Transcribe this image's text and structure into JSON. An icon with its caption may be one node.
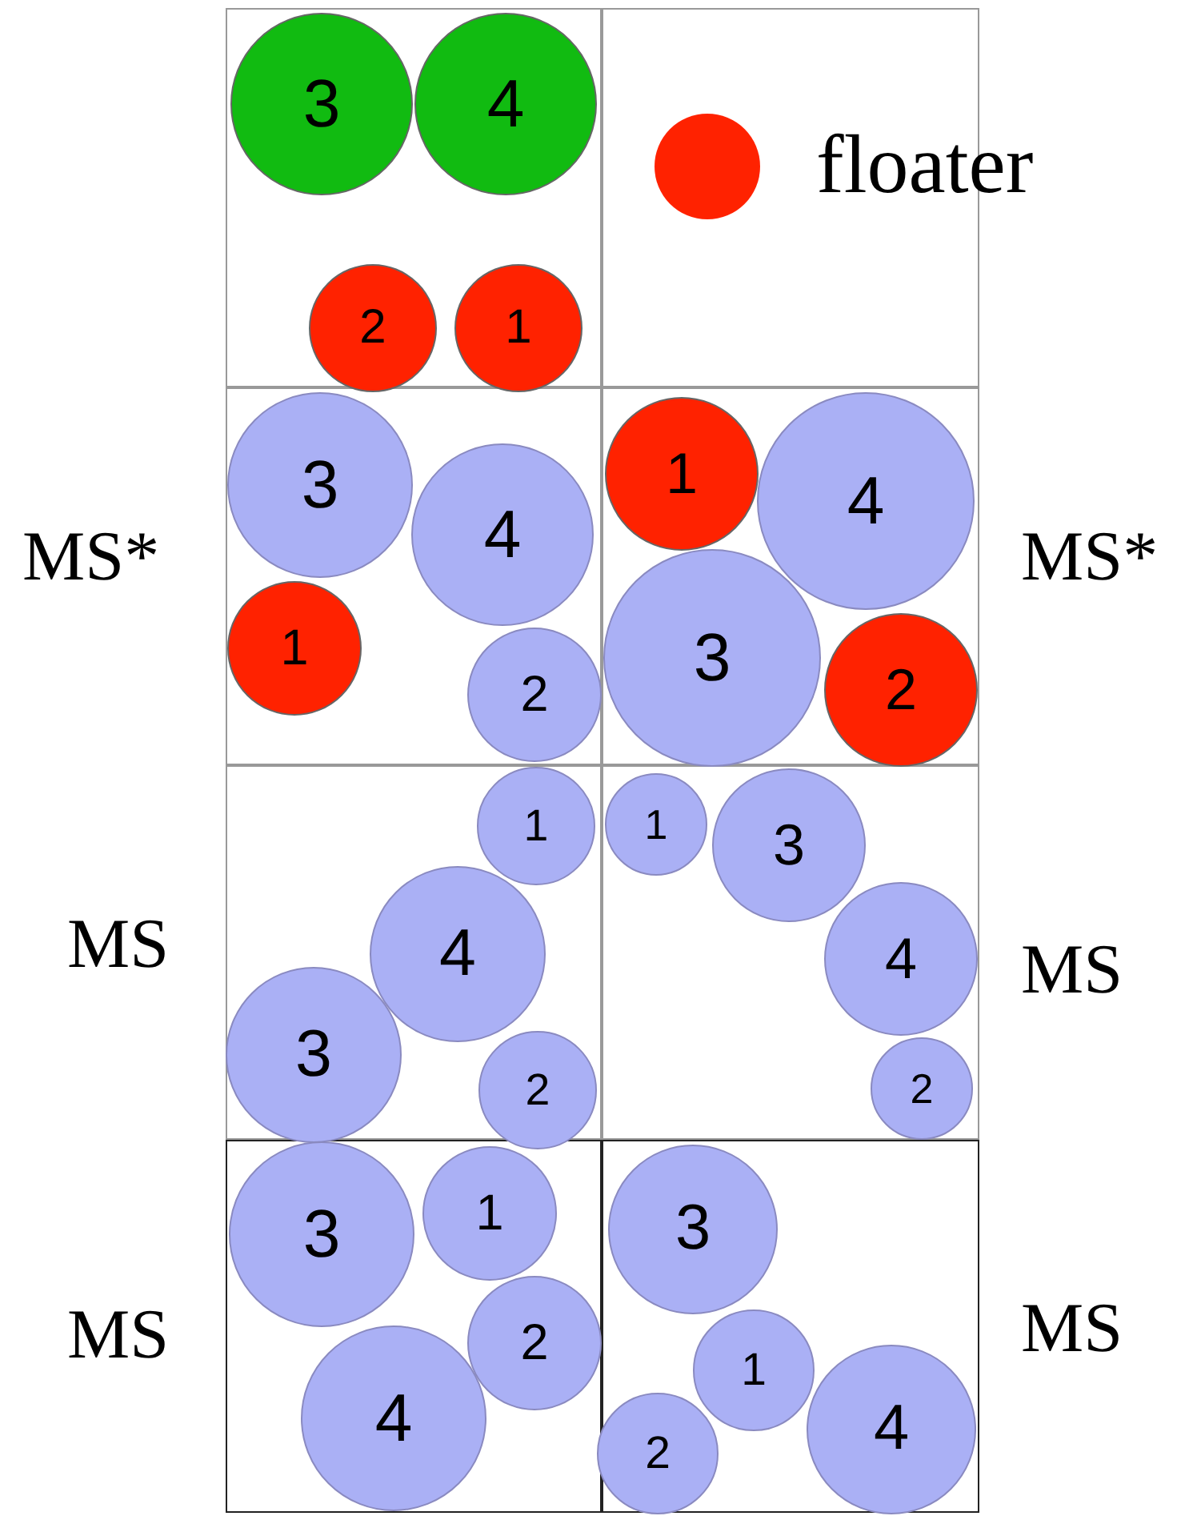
{
  "diagram": {
    "nodes": [
      {
        "text": [],
        "shape": "box"
      },
      {
        "text": [
          "3"
        ],
        "in": 0
      },
      {
        "text": [
          "4"
        ],
        "in": 0
      },
      {
        "text": [
          "2"
        ],
        "in": 0
      },
      {
        "text": [
          "1"
        ],
        "in": 0
      },
      {
        "text": [],
        "shape": "box"
      },
      {
        "text": [],
        "shape": "box"
      },
      {
        "text": [
          "3"
        ],
        "in": 6
      },
      {
        "text": [
          "4"
        ],
        "in": 6
      },
      {
        "text": [
          "1"
        ],
        "in": 6
      },
      {
        "text": [
          "2"
        ],
        "in": 6
      },
      {
        "text": [],
        "shape": "box"
      },
      {
        "text": [
          "1"
        ],
        "in": 11
      },
      {
        "text": [
          "4"
        ],
        "in": 11
      },
      {
        "text": [
          "3"
        ],
        "in": 11
      },
      {
        "text": [
          "2"
        ],
        "in": 11
      },
      {
        "text": [],
        "shape": "box"
      },
      {
        "text": [
          "1"
        ],
        "in": 16
      },
      {
        "text": [
          "4"
        ],
        "in": 16
      },
      {
        "text": [
          "3"
        ],
        "in": 16
      },
      {
        "text": [
          "2"
        ],
        "in": 16
      },
      {
        "text": [],
        "shape": "box"
      },
      {
        "text": [
          "1"
        ],
        "in": 21
      },
      {
        "text": [
          "3"
        ],
        "in": 21
      },
      {
        "text": [
          "4"
        ],
        "in": 21
      },
      {
        "text": [
          "2"
        ],
        "in": 21
      },
      {
        "text": [],
        "shape": "box"
      },
      {
        "text": [
          "3"
        ],
        "in": 26
      },
      {
        "text": [
          "1"
        ],
        "in": 26
      },
      {
        "text": [
          "2"
        ],
        "in": 26
      },
      {
        "text": [
          "4"
        ],
        "in": 26
      },
      {
        "text": [],
        "shape": "box"
      },
      {
        "text": [
          "3"
        ],
        "in": 31
      },
      {
        "text": [
          "1"
        ],
        "in": 31
      },
      {
        "text": [
          "2"
        ],
        "in": 31
      },
      {
        "text": [
          "4"
        ],
        "in": 31
      }
    ],
    "labels": [
      "MS*",
      "MS*",
      "MS",
      "MS",
      "MS",
      "MS"
    ],
    "legend": [
      {
        "text": "floater",
        "color": "#ff2200"
      }
    ]
  }
}
